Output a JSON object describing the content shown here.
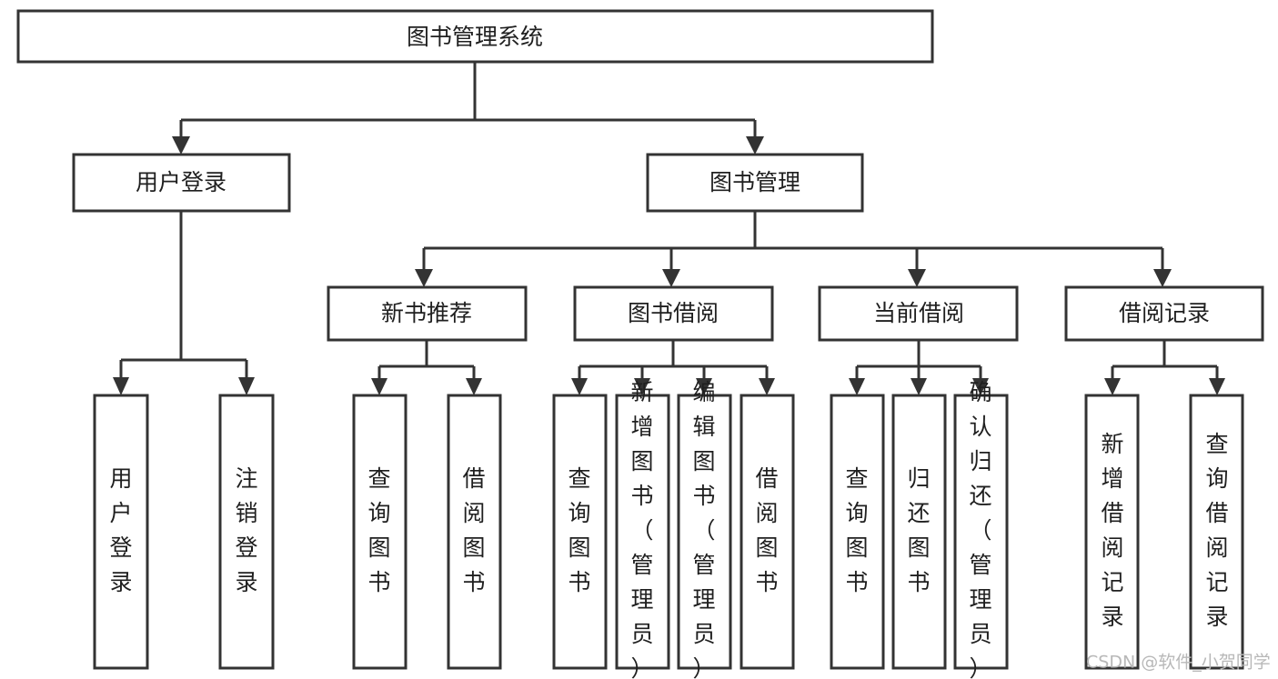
{
  "diagram": {
    "type": "tree-hierarchy",
    "title": "图书管理系统",
    "orientation": "top-down",
    "colors": {
      "box_stroke": "#333333",
      "box_fill": "#ffffff",
      "text": "#1f1f1f",
      "background": "#ffffff",
      "watermark": "#b8b8b8"
    },
    "levels": [
      {
        "level": 1,
        "nodes": [
          {
            "id": "root",
            "label": "图书管理系统",
            "orient": "horizontal"
          }
        ]
      },
      {
        "level": 2,
        "nodes": [
          {
            "id": "login",
            "label": "用户登录",
            "orient": "horizontal",
            "parent": "root"
          },
          {
            "id": "bookmgmt",
            "label": "图书管理",
            "orient": "horizontal",
            "parent": "root"
          }
        ]
      },
      {
        "level": 3,
        "nodes": [
          {
            "id": "newbook",
            "label": "新书推荐",
            "orient": "horizontal",
            "parent": "bookmgmt"
          },
          {
            "id": "borrow",
            "label": "图书借阅",
            "orient": "horizontal",
            "parent": "bookmgmt"
          },
          {
            "id": "current",
            "label": "当前借阅",
            "orient": "horizontal",
            "parent": "bookmgmt"
          },
          {
            "id": "records",
            "label": "借阅记录",
            "orient": "horizontal",
            "parent": "bookmgmt"
          }
        ]
      },
      {
        "level": 4,
        "nodes": [
          {
            "id": "leaf1",
            "label": "用户登录",
            "orient": "vertical",
            "parent": "login"
          },
          {
            "id": "leaf2",
            "label": "注销登录",
            "orient": "vertical",
            "parent": "login"
          },
          {
            "id": "leaf3",
            "label": "查询图书",
            "orient": "vertical",
            "parent": "newbook"
          },
          {
            "id": "leaf4",
            "label": "借阅图书",
            "orient": "vertical",
            "parent": "newbook"
          },
          {
            "id": "leaf5",
            "label": "查询图书",
            "orient": "vertical",
            "parent": "borrow"
          },
          {
            "id": "leaf6",
            "label": "新增图书（管理员）",
            "orient": "vertical",
            "parent": "borrow"
          },
          {
            "id": "leaf7",
            "label": "编辑图书（管理员）",
            "orient": "vertical",
            "parent": "borrow"
          },
          {
            "id": "leaf8",
            "label": "借阅图书",
            "orient": "vertical",
            "parent": "borrow"
          },
          {
            "id": "leaf9",
            "label": "查询图书",
            "orient": "vertical",
            "parent": "current"
          },
          {
            "id": "leaf10",
            "label": "归还图书",
            "orient": "vertical",
            "parent": "current"
          },
          {
            "id": "leaf11",
            "label": "确认归还（管理员）",
            "orient": "vertical",
            "parent": "current"
          },
          {
            "id": "leaf12",
            "label": "新增借阅记录",
            "orient": "vertical",
            "parent": "records"
          },
          {
            "id": "leaf13",
            "label": "查询借阅记录",
            "orient": "vertical",
            "parent": "records"
          }
        ]
      }
    ]
  },
  "watermark": {
    "text": "CSDN @软件_小贺同学"
  }
}
